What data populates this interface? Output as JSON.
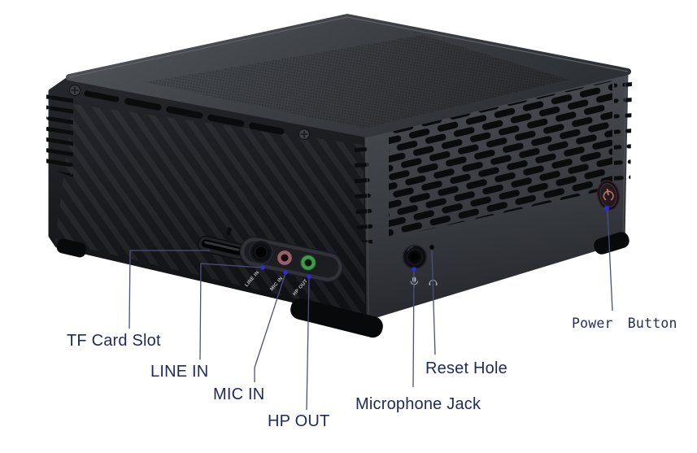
{
  "device": {
    "description": "black mini PC rear-right view",
    "port_markings": [
      {
        "text": "LINE IN"
      },
      {
        "text": "MIC IN"
      },
      {
        "text": "HP OUT"
      }
    ]
  },
  "callouts": {
    "text_color": "#1f2b60",
    "line_color": "#4b4f7d",
    "dot_color": "#2b2bd8",
    "items": {
      "tf_card_slot": {
        "label": "TF Card Slot"
      },
      "line_in": {
        "label": "LINE IN"
      },
      "mic_in": {
        "label": "MIC IN"
      },
      "hp_out": {
        "label": "HP OUT"
      },
      "microphone_jack": {
        "label": "Microphone Jack"
      },
      "reset_hole": {
        "label": "Reset Hole"
      },
      "power_button": {
        "label": "Power Button"
      }
    }
  }
}
